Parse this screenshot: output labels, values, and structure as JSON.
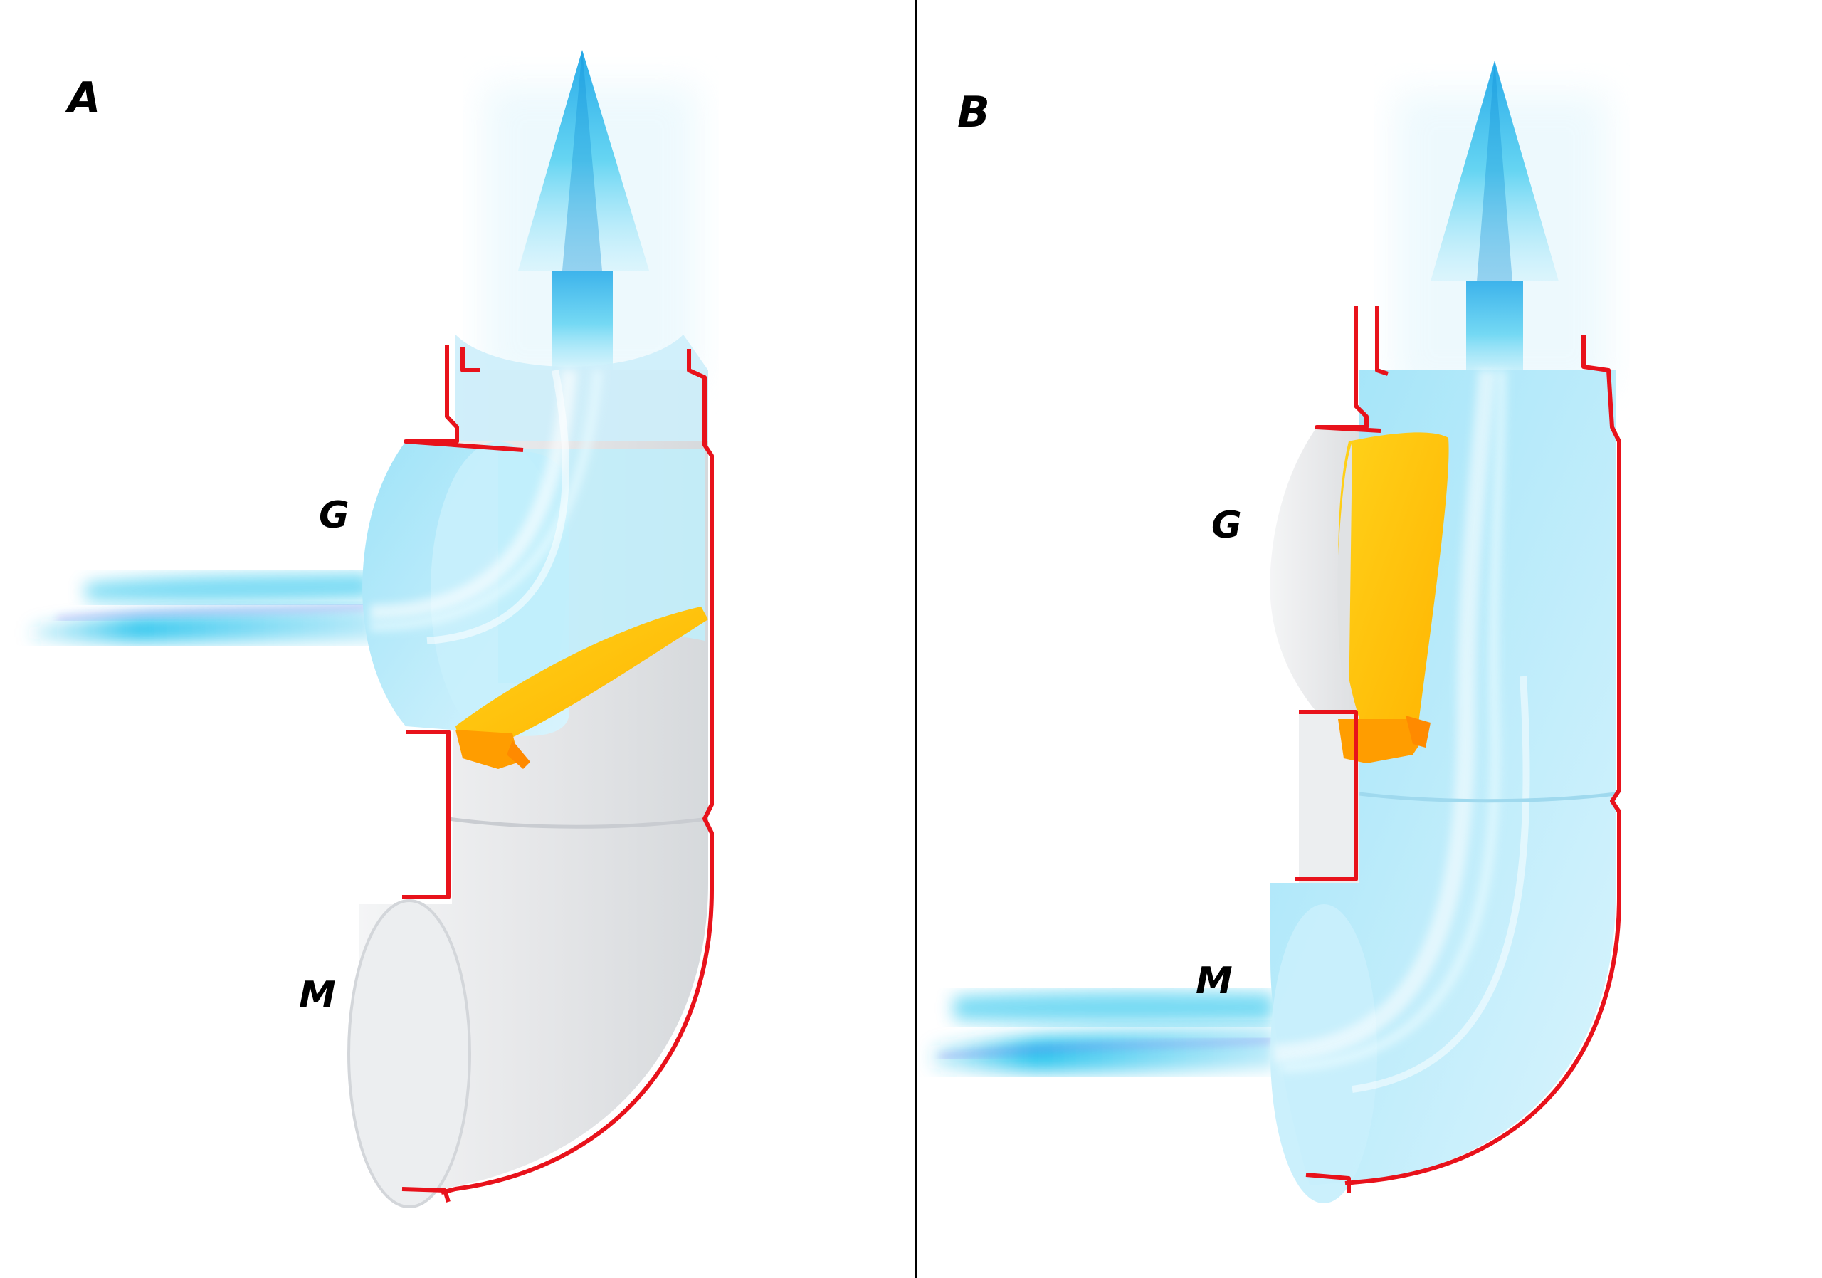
{
  "panels": [
    {
      "id": "A",
      "label": "A",
      "gate_label": "G",
      "main_label": "M",
      "flapper_state": "closed",
      "active_inlet": "G"
    },
    {
      "id": "B",
      "label": "B",
      "gate_label": "G",
      "main_label": "M",
      "flapper_state": "open",
      "active_inlet": "M"
    }
  ],
  "colors": {
    "airflow": "#41c8ee",
    "airflow_deep": "#1e9fe0",
    "duct_body": "#e7e8ea",
    "duct_shade": "#cfd2d6",
    "duct_outline": "#e8121b",
    "flapper": "#ffc400",
    "flapper_dark": "#ff9800",
    "divider": "#000000"
  },
  "icons": [
    "airflow-arrow-icon",
    "flapper-valve-icon"
  ]
}
